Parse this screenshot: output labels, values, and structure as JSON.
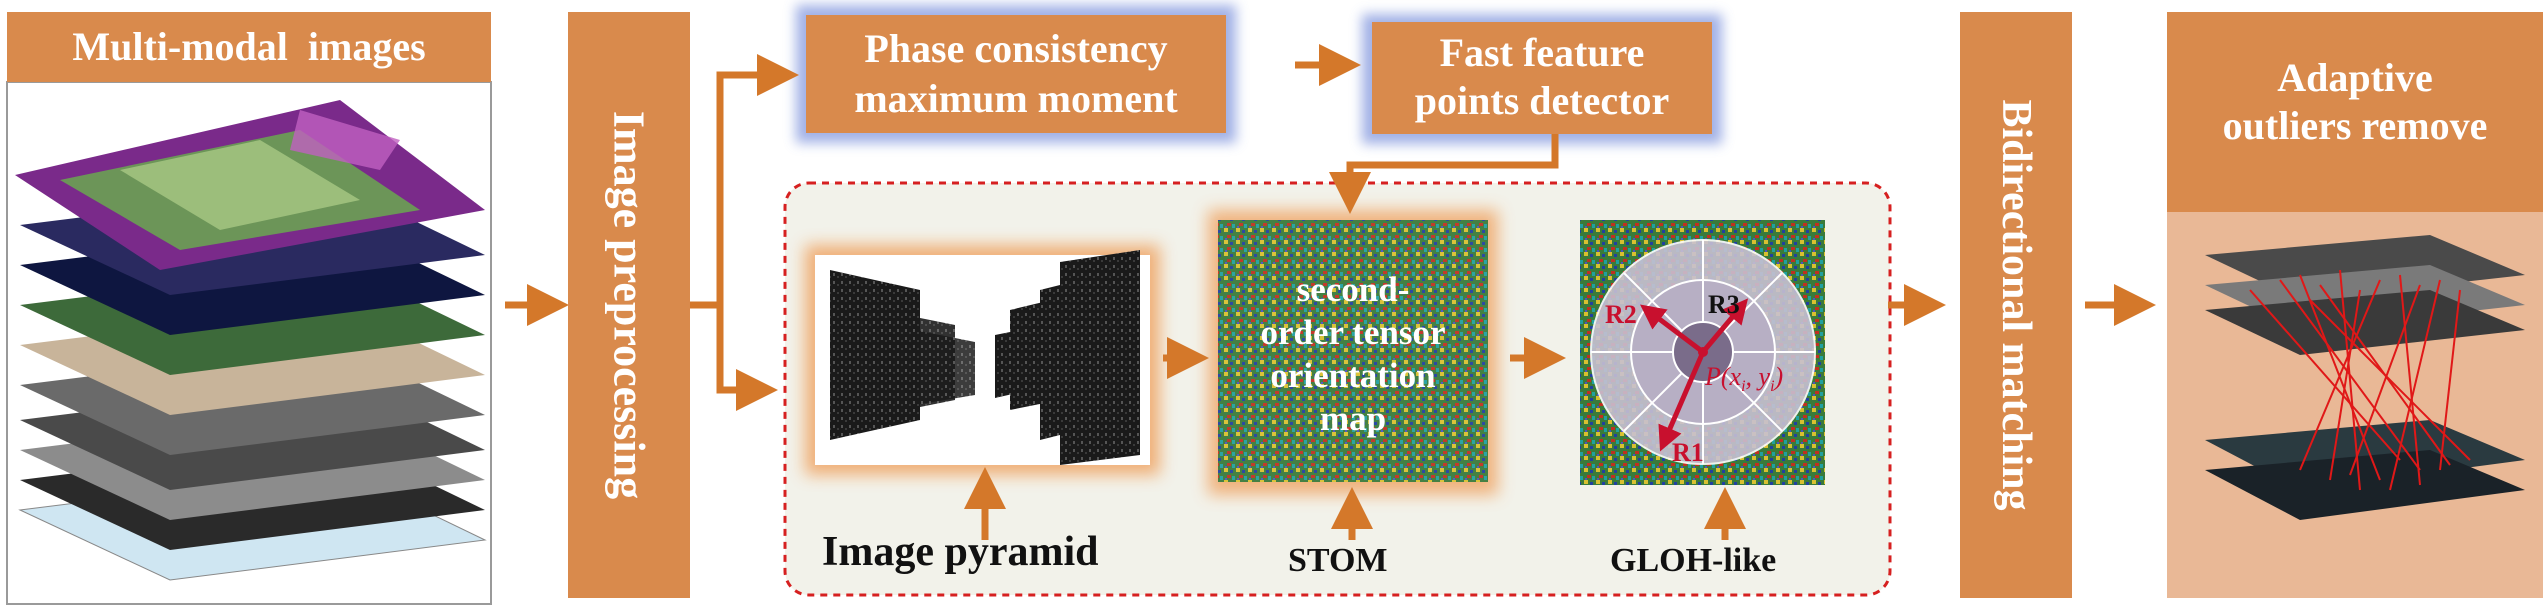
{
  "input": {
    "title": "Multi-modal  images"
  },
  "preprocess": {
    "label": "Image preprocessing"
  },
  "pcmm": {
    "line1": "Phase consistency",
    "line2": "maximum moment"
  },
  "fast": {
    "line1": "Fast feature",
    "line2": "points detector"
  },
  "pyramid": {
    "label": "Image pyramid"
  },
  "stom": {
    "map_line1": "second-",
    "map_line2": "order tensor",
    "map_line3": "orientation",
    "map_line4": "map",
    "label": "STOM"
  },
  "gloh": {
    "label": "GLOH-like",
    "r1": "R1",
    "r2": "R2",
    "r3": "R3",
    "point": "P(x",
    "sub_i": "i",
    "comma_y": ", y",
    "close": ")"
  },
  "bidirectional": {
    "label": "Bidirectional matching"
  },
  "outliers": {
    "line1": "Adaptive",
    "line2": "outliers remove"
  },
  "colors": {
    "orange": "#d98a4c",
    "arrow": "#d4782a",
    "dashed": "#d62020",
    "panel": "#f2f2ea",
    "red_line": "#e01818"
  }
}
